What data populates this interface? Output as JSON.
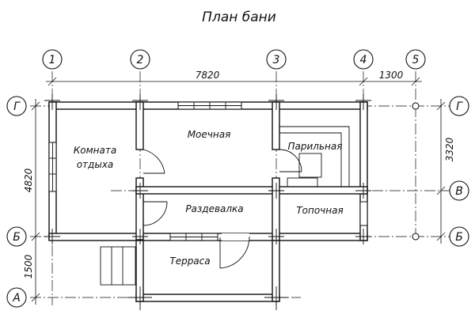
{
  "title": "План бани",
  "axes": {
    "columns": [
      "1",
      "2",
      "3",
      "4",
      "5"
    ],
    "rows": [
      "Г",
      "В",
      "Б",
      "А"
    ]
  },
  "rooms": {
    "rest_line1": "Комната",
    "rest_line2": "отдыха",
    "wash": "Моечная",
    "steam": "Парильная",
    "dressing": "Раздевалка",
    "furnace": "Топочная",
    "terrace": "Терраса"
  },
  "dimensions": {
    "d1_4": "7820",
    "d4_5": "1300",
    "dG_B": "4820",
    "dB_A": "1500",
    "dG_V": "3320"
  }
}
